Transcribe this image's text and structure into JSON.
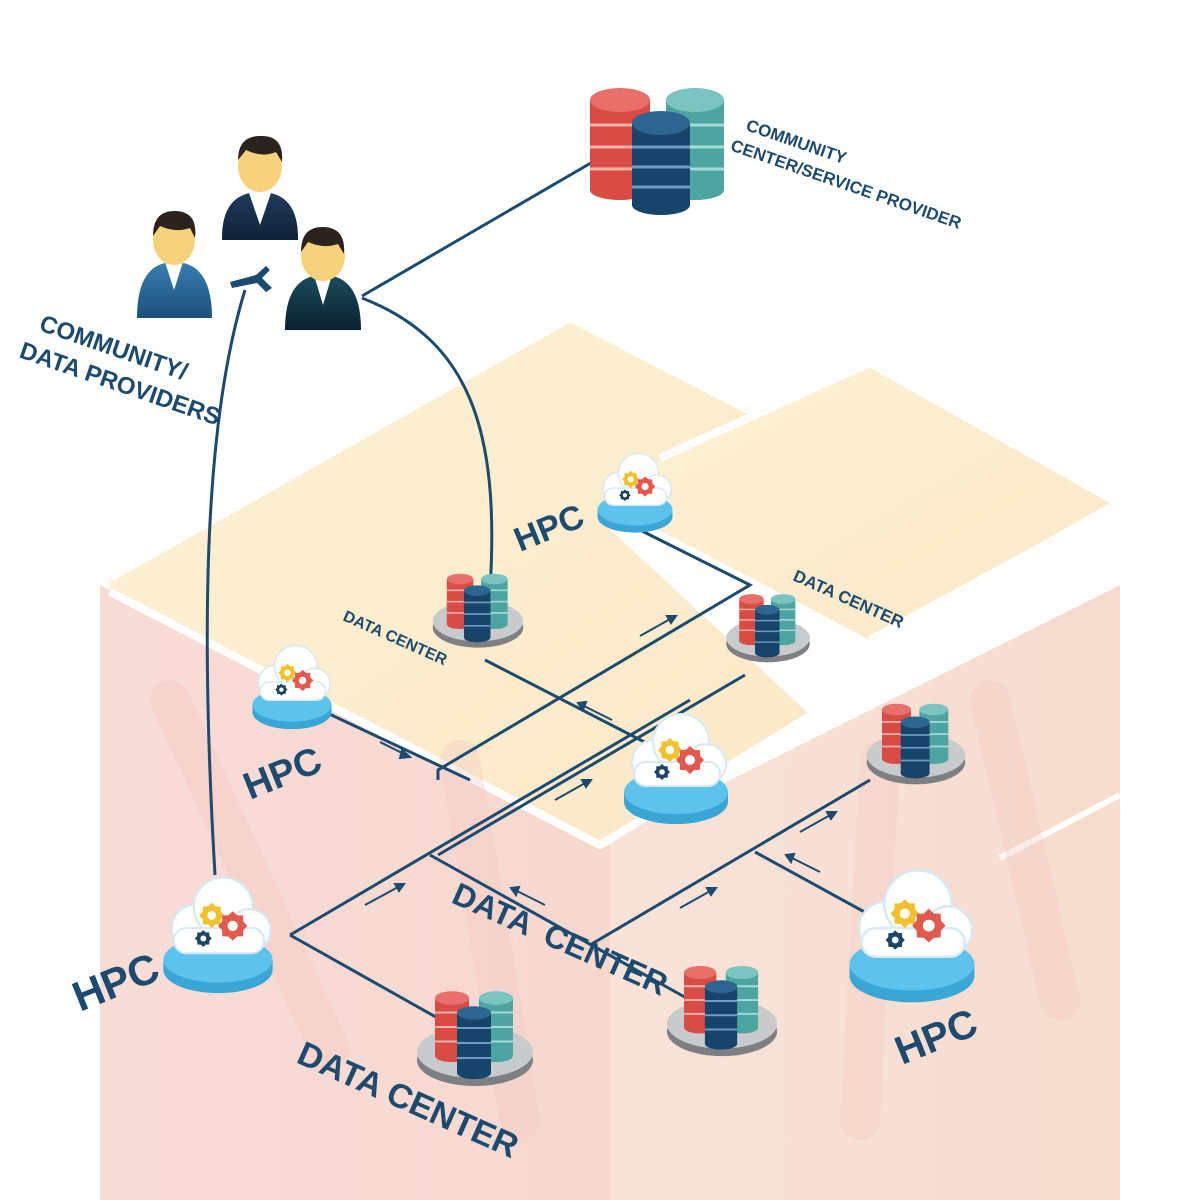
{
  "labels": {
    "community_data_providers": [
      "COMMUNITY/",
      "DATA PROVIDERS"
    ],
    "community_center": [
      "COMMUNITY",
      "CENTER/SERVICE PROVIDER"
    ],
    "hpc": "HPC",
    "data_center": "DATA CENTER",
    "data_center_split": [
      "DATA",
      "CENTER"
    ]
  },
  "colors": {
    "line": "#1d4b70",
    "text": "#1d4b70",
    "cloud_base": "#5ec3ec",
    "db_red": "#d94b45",
    "db_navy": "#16446a",
    "db_teal": "#4da5a2",
    "gear_yellow": "#f2c12e",
    "gear_red": "#e25a4d",
    "gear_navy": "#1e4466"
  },
  "icons": {
    "people": "people-group-icon",
    "servers": "database-stack-icon",
    "hpc": "cloud-gear-icon"
  }
}
